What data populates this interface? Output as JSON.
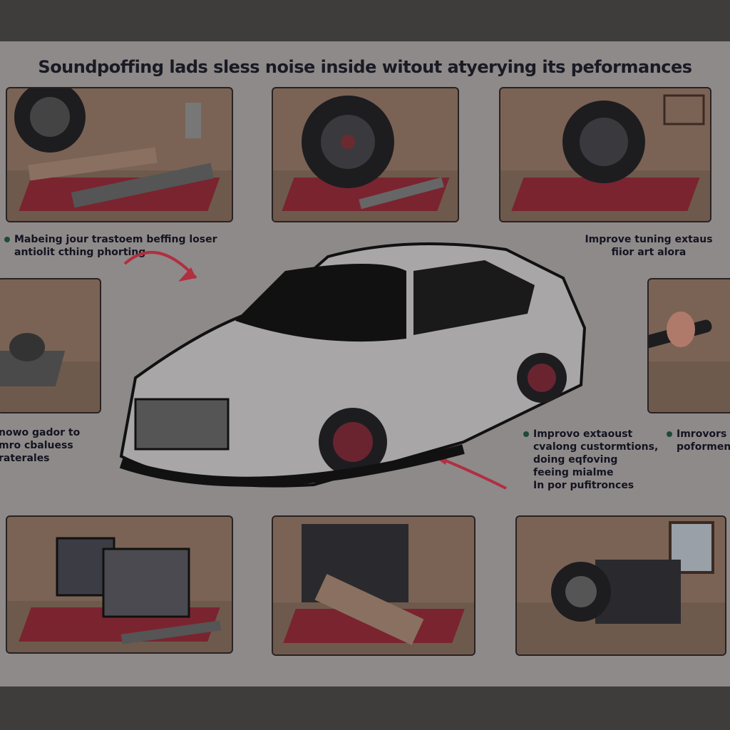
{
  "title": "Soundpoffing lads sless noise inside witout atyerying its peformances",
  "captions": {
    "top_left": [
      "Mabeing jour trastoem beffing loser",
      "antiolit cthing phorting"
    ],
    "top_right": [
      "Improve tuning extaus",
      "fiior art alora"
    ],
    "mid_left": [
      "nowo gador to",
      "mro cbaluess",
      "raterales"
    ],
    "mid_right_a": [
      "Improvo extaoust",
      "cvalong custormtions,",
      "doing eqfoving",
      "feeing mialme",
      "In por pufitronces"
    ],
    "mid_right_b": [
      "Imrovors",
      "poformen"
    ]
  },
  "colors": {
    "poster": "#8e8a8a",
    "rug": "#7a2430",
    "arrow": "#b03040"
  }
}
